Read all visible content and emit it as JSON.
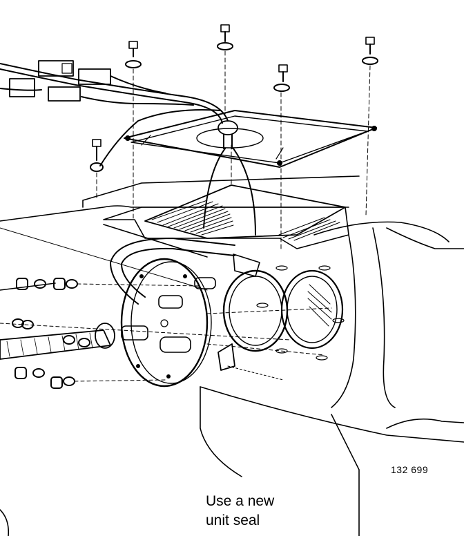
{
  "figure": {
    "reference_number": "132 699",
    "caption_line_1": "Use a new",
    "caption_line_2": "unit seal"
  },
  "colors": {
    "ink": "#000000",
    "paper": "#ffffff"
  }
}
